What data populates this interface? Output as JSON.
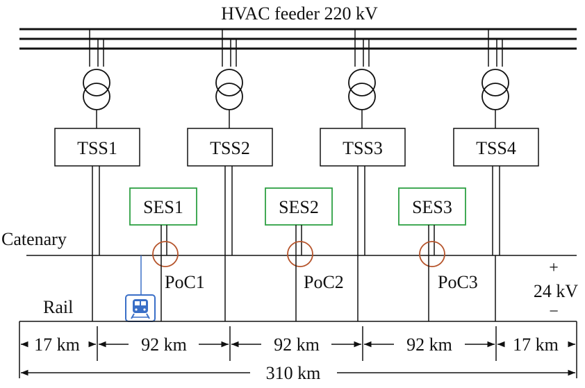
{
  "feeder_label": "HVAC feeder 220 kV",
  "substations": [
    {
      "label": "TSS1"
    },
    {
      "label": "TSS2"
    },
    {
      "label": "TSS3"
    },
    {
      "label": "TSS4"
    }
  ],
  "storage_systems": [
    {
      "label": "SES1",
      "poc": "PoC1"
    },
    {
      "label": "SES2",
      "poc": "PoC2"
    },
    {
      "label": "SES3",
      "poc": "PoC3"
    }
  ],
  "catenary_label": "Catenary",
  "rail_label": "Rail",
  "voltage": {
    "plus": "+",
    "value": "24 kV",
    "minus": "−"
  },
  "distances": [
    "17 km",
    "92 km",
    "92 km",
    "92 km",
    "17 km"
  ],
  "total_distance": "310 km",
  "train_icon": "train-icon",
  "colors": {
    "line": "#111111",
    "ses_border": "#2ea043",
    "poc_circle": "#b5532a",
    "train": "#3a6fc7"
  }
}
